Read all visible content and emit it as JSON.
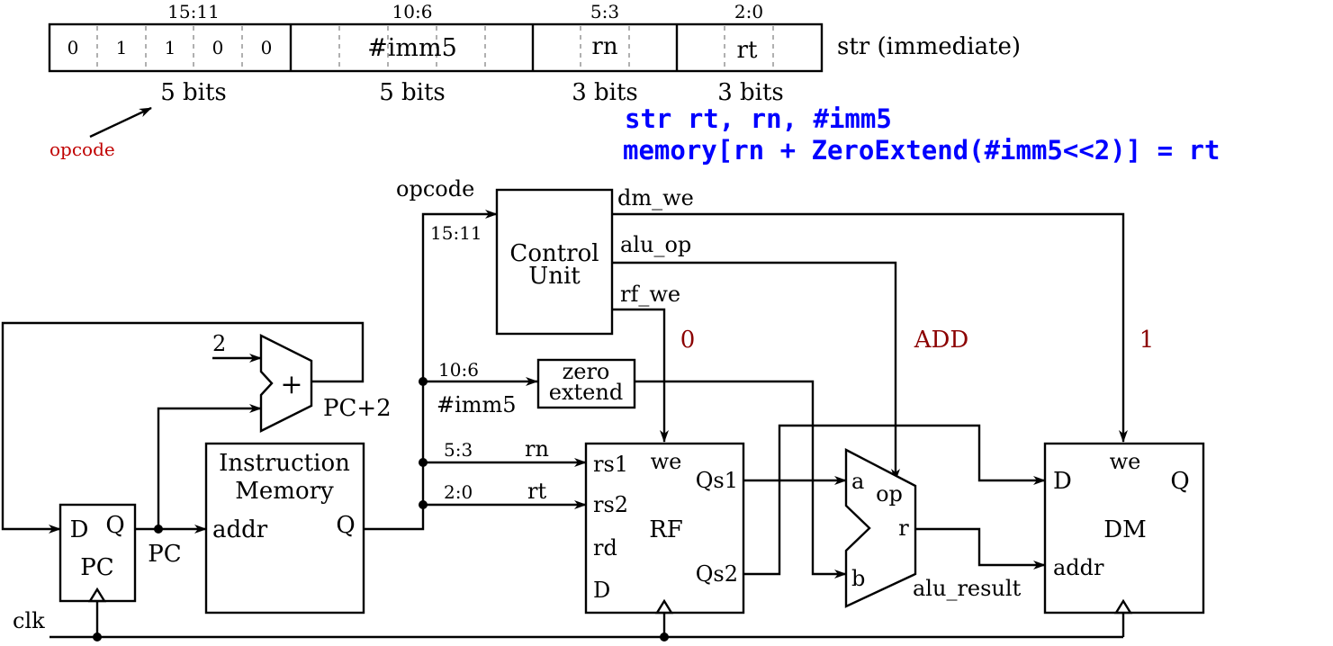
{
  "encoding": {
    "fields": [
      {
        "range": "15:11",
        "bits": [
          "0",
          "1",
          "1",
          "0",
          "0"
        ],
        "width": "5 bits"
      },
      {
        "range": "10:6",
        "label": "#imm5",
        "width": "5 bits"
      },
      {
        "range": "5:3",
        "label": "rn",
        "width": "3 bits"
      },
      {
        "range": "2:0",
        "label": "rt",
        "width": "3 bits"
      }
    ],
    "name": "str (immediate)",
    "opcode_label": "opcode"
  },
  "assembly": {
    "line1": "str rt, rn, #imm5",
    "line2": "memory[rn + ZeroExtend(#imm5<<2)] = rt",
    "color": "#0000ff"
  },
  "datapath": {
    "opcode_label": "opcode",
    "opcode_bits": "15:11",
    "control_unit": [
      "Control",
      "Unit"
    ],
    "dm_we": "dm_we",
    "alu_op": "alu_op",
    "rf_we": "rf_we",
    "rf_we_value": "0",
    "alu_op_value": "ADD",
    "dm_we_value": "1",
    "value_color": "#8b0000",
    "imm_bits": "10:6",
    "imm_label": "#imm5",
    "zero_extend": [
      "zero",
      "extend"
    ],
    "rn_bits": "5:3",
    "rn_label": "rn",
    "rt_bits": "2:0",
    "rt_label": "rt",
    "adder_const": "2",
    "adder_symbol": "+",
    "pc_plus2": "PC+2",
    "imem": {
      "title": [
        "Instruction",
        "Memory"
      ],
      "addr": "addr",
      "q": "Q"
    },
    "pc": {
      "d": "D",
      "q": "Q",
      "name": "PC",
      "out": "PC"
    },
    "rf": {
      "rs1": "rs1",
      "rs2": "rs2",
      "rd": "rd",
      "d": "D",
      "we": "we",
      "qs1": "Qs1",
      "qs2": "Qs2",
      "name": "RF"
    },
    "alu": {
      "a": "a",
      "b": "b",
      "op": "op",
      "r": "r",
      "result": "alu_result"
    },
    "dm": {
      "d": "D",
      "we": "we",
      "q": "Q",
      "name": "DM",
      "addr": "addr"
    },
    "clk": "clk"
  }
}
